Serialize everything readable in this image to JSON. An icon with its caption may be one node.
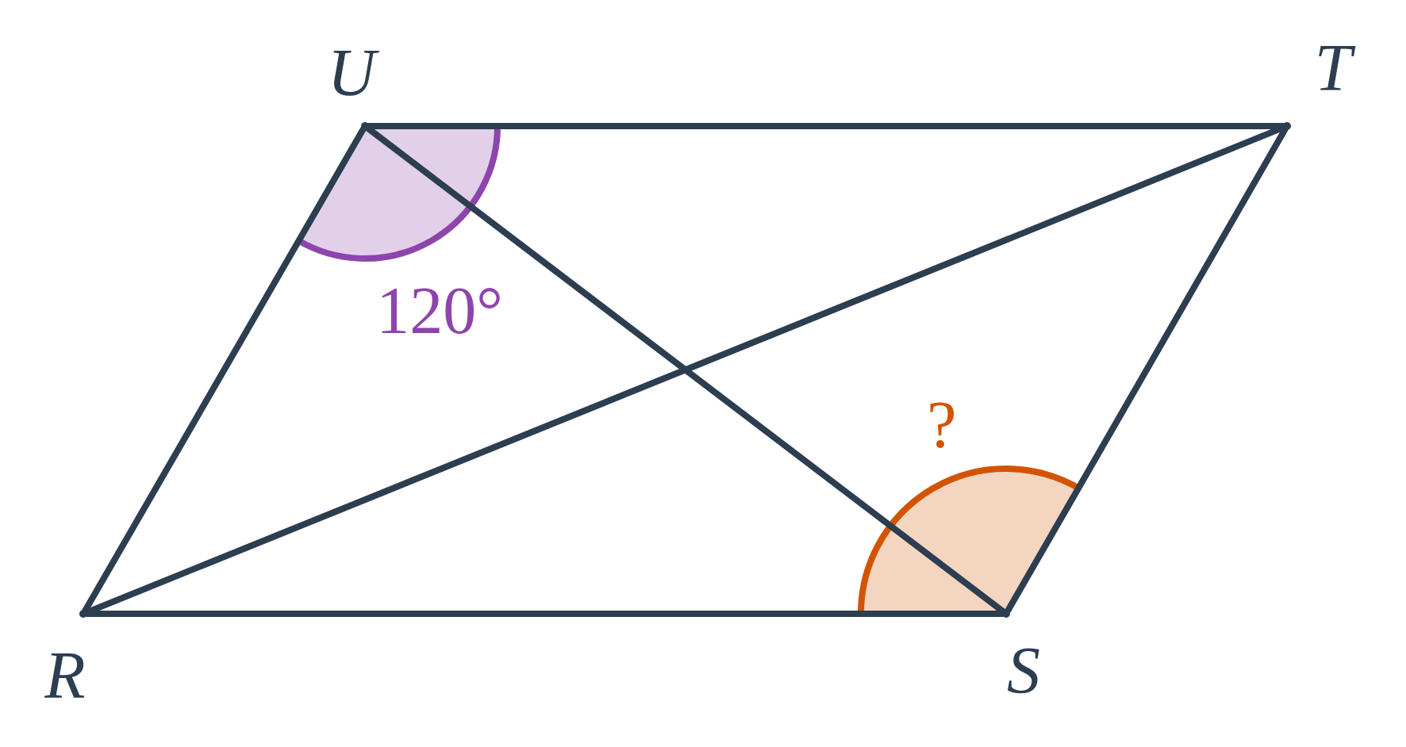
{
  "diagram": {
    "nodes": [
      {
        "text": [],
        "shape": "circle",
        "beside": [
          "U"
        ]
      },
      {
        "text": [],
        "shape": "circle",
        "beside": [
          "T"
        ]
      },
      {
        "text": [],
        "shape": "circle",
        "beside": [
          "R"
        ]
      },
      {
        "text": [],
        "shape": "circle",
        "beside": [
          "S"
        ]
      }
    ],
    "edges": [
      {
        "from": 0,
        "to": 1,
        "arrow": "none"
      },
      {
        "from": 1,
        "to": 3,
        "arrow": "none"
      },
      {
        "from": 3,
        "to": 2,
        "arrow": "none"
      },
      {
        "from": 2,
        "to": 0,
        "arrow": "none"
      },
      {
        "from": 0,
        "to": 3,
        "arrow": "none"
      },
      {
        "from": 2,
        "to": 1,
        "arrow": "none"
      }
    ],
    "labels": [
      "120°",
      "?"
    ]
  }
}
